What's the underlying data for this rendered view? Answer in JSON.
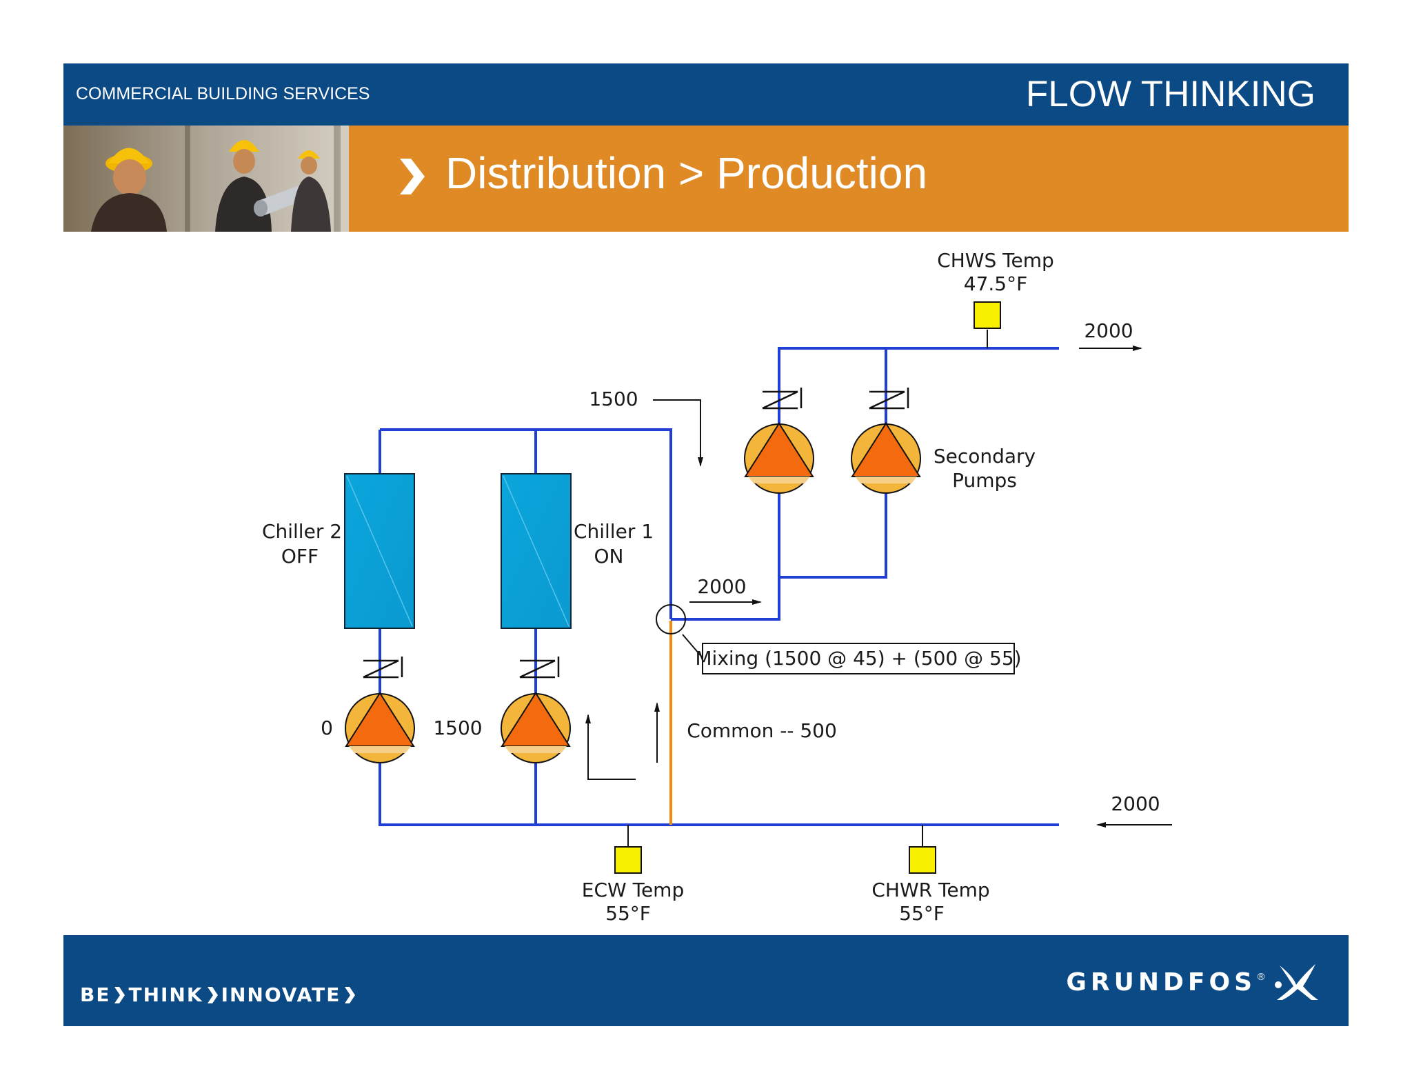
{
  "header": {
    "left_text": "COMMERCIAL BUILDING SERVICES",
    "right_text": "FLOW THINKING",
    "title": "Distribution > Production"
  },
  "diagram": {
    "chws_temp_label": "CHWS Temp",
    "chws_temp_value": "47.5°F",
    "supply_flow": "2000",
    "flow_1500_top": "1500",
    "secondary_pumps_line1": "Secondary",
    "secondary_pumps_line2": "Pumps",
    "chiller2_name": "Chiller 2",
    "chiller2_state": "OFF",
    "chiller1_name": "Chiller 1",
    "chiller1_state": "ON",
    "mid_flow": "2000",
    "mixing_text": "Mixing (1500 @ 45) + (500 @ 55)",
    "pump_flow_chiller2": "0",
    "pump_flow_chiller1": "1500",
    "common_text": "Common -- 500",
    "return_flow": "2000",
    "ecw_temp_label": "ECW Temp",
    "ecw_temp_value": "55°F",
    "chwr_temp_label": "CHWR Temp",
    "chwr_temp_value": "55°F"
  },
  "footer": {
    "tagline_be": "BE",
    "tagline_think": "THINK",
    "tagline_innovate": "INNOVATE",
    "brand": "GRUNDFOS",
    "brand_mark": "®"
  },
  "colors": {
    "header_blue": "#0b4a85",
    "title_orange": "#e08a25",
    "pipe_blue": "#1f3fd6",
    "common_pipe_orange": "#f08a10",
    "chiller_fill": "#0aa6dc",
    "pump_outer": "#f4b63a",
    "pump_triangle": "#f46a0e",
    "sensor_yellow": "#f8f000"
  }
}
